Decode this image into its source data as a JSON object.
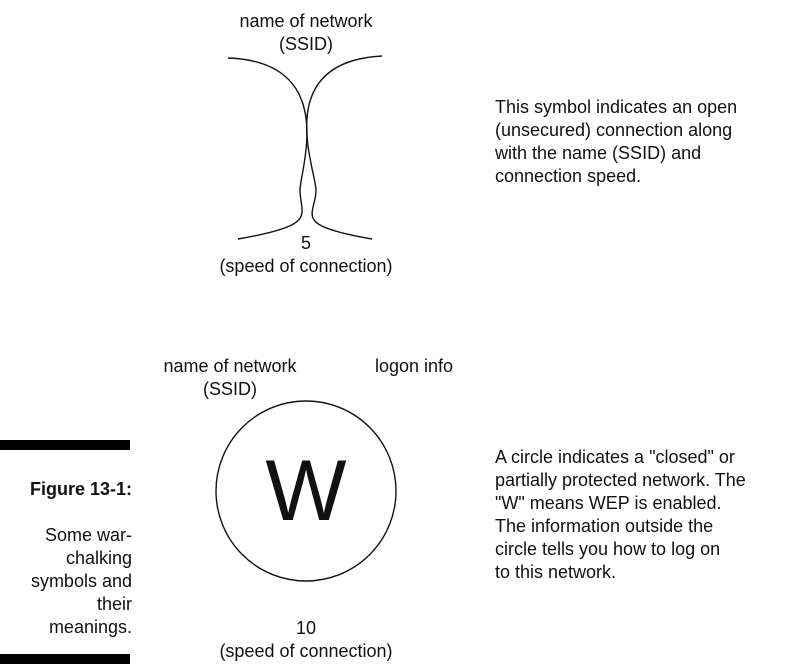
{
  "symbols": [
    {
      "id": "open-node",
      "top_label": "name of network",
      "top_sublabel": "(SSID)",
      "bottom_number": "5",
      "bottom_label": "(speed of connection)",
      "description": "This symbol indicates an open\n(unsecured) connection along\nwith the name (SSID) and\nconnection speed."
    },
    {
      "id": "closed-node",
      "left_label": "name of network",
      "left_sublabel": "(SSID)",
      "right_label": "logon info",
      "inner_letter": "W",
      "bottom_number": "10",
      "bottom_label": "(speed of connection)",
      "description": "A circle indicates a \"closed\" or\npartially protected network. The\n\"W\" means WEP is enabled.\nThe information outside the\ncircle tells you how to log on\nto this network."
    }
  ],
  "figure_caption": {
    "title": "Figure 13-1:",
    "text": "Some war-\nchalking\nsymbols and\ntheir\nmeanings."
  }
}
